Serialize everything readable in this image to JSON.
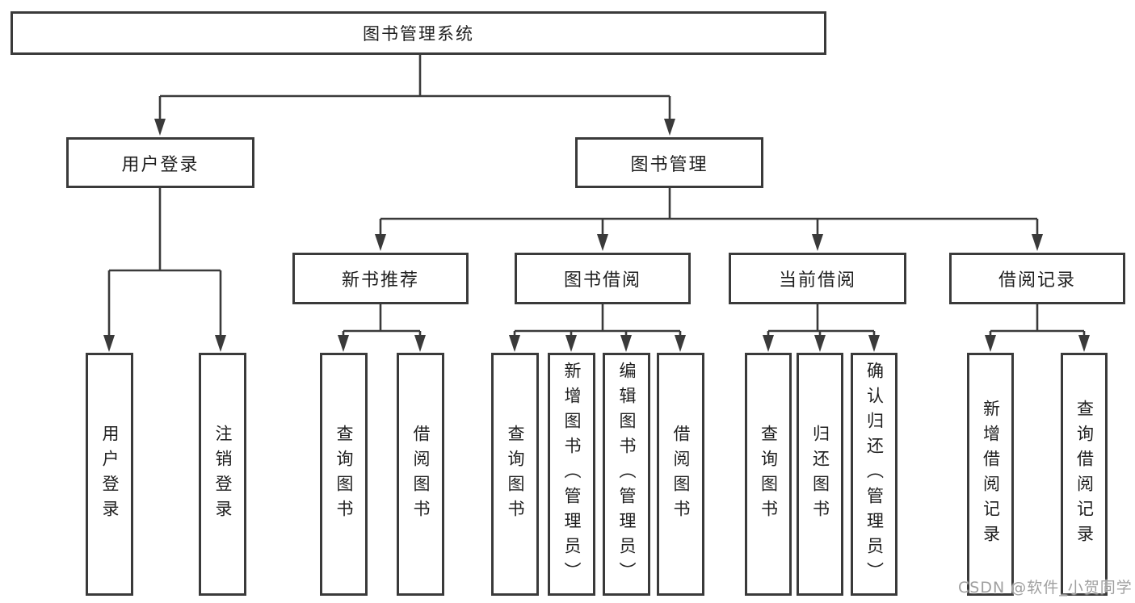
{
  "diagram": {
    "title": "图书管理系统",
    "type": "tree-structure-chart"
  },
  "tree": {
    "root": {
      "label": "图书管理系统"
    },
    "branches": [
      {
        "label": "用户登录",
        "children": [
          {
            "label": "用户登录"
          },
          {
            "label": "注销登录"
          }
        ]
      },
      {
        "label": "图书管理",
        "children": [
          {
            "label": "新书推荐",
            "children": [
              {
                "label": "查询图书"
              },
              {
                "label": "借阅图书"
              }
            ]
          },
          {
            "label": "图书借阅",
            "children": [
              {
                "label": "查询图书"
              },
              {
                "label": "新增图书（管理员）"
              },
              {
                "label": "编辑图书（管理员）"
              },
              {
                "label": "借阅图书"
              }
            ]
          },
          {
            "label": "当前借阅",
            "children": [
              {
                "label": "查询图书"
              },
              {
                "label": "归还图书"
              },
              {
                "label": "确认归还（管理员）"
              }
            ]
          },
          {
            "label": "借阅记录",
            "children": [
              {
                "label": "新增借阅记录"
              },
              {
                "label": "查询借阅记录"
              }
            ]
          }
        ]
      }
    ]
  },
  "watermark": {
    "text": "CSDN @软件_小贺同学"
  },
  "colors": {
    "line": "#3a3a3a",
    "box_border": "#3a3a3a",
    "text": "#1f1f1f",
    "watermark": "#a0a0a0",
    "background": "#ffffff"
  }
}
